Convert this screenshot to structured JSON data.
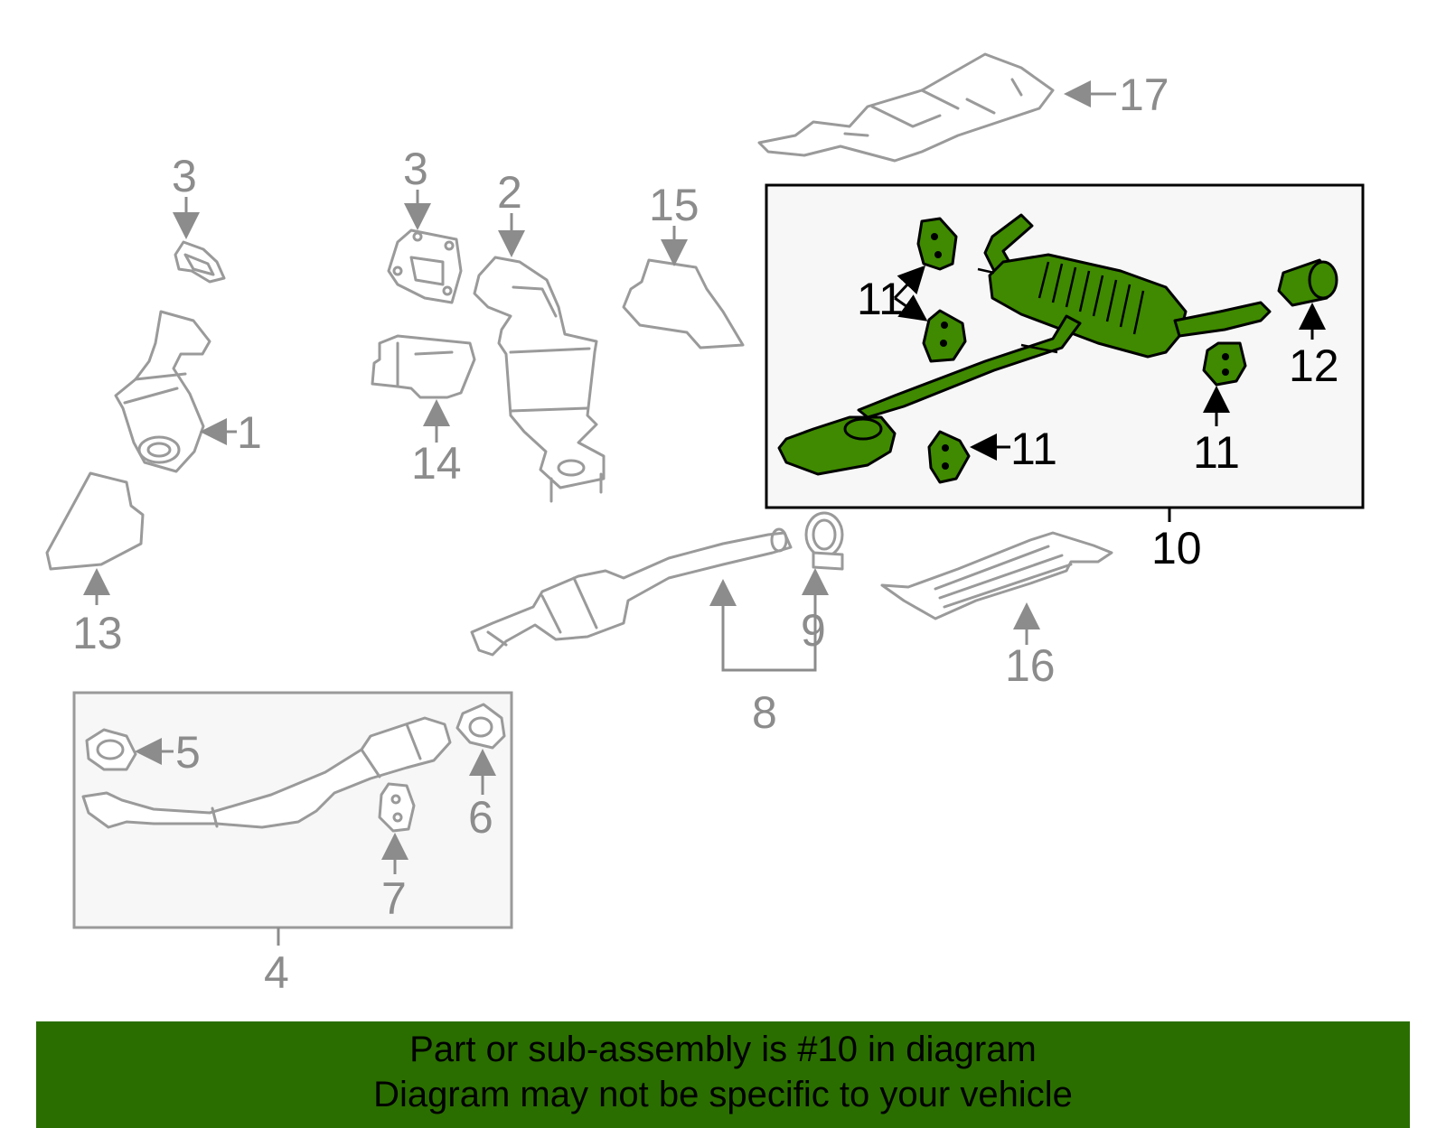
{
  "callouts": {
    "c1": "1",
    "c2": "2",
    "c3a": "3",
    "c3b": "3",
    "c4": "4",
    "c5": "5",
    "c6": "6",
    "c7": "7",
    "c8": "8",
    "c9": "9",
    "c10": "10",
    "c11a": "11",
    "c11b": "11",
    "c11c": "11",
    "c12": "12",
    "c13": "13",
    "c14": "14",
    "c15": "15",
    "c16": "16",
    "c17": "17"
  },
  "banner": {
    "line1": "Part or sub-assembly is #10 in diagram",
    "line2": "Diagram may not be specific to your vehicle"
  },
  "colors": {
    "highlight_part": "#3f8a00",
    "banner_background": "#2a6e00",
    "line_art": "#9a9a9a",
    "callout_grey": "#8c8c8c"
  }
}
